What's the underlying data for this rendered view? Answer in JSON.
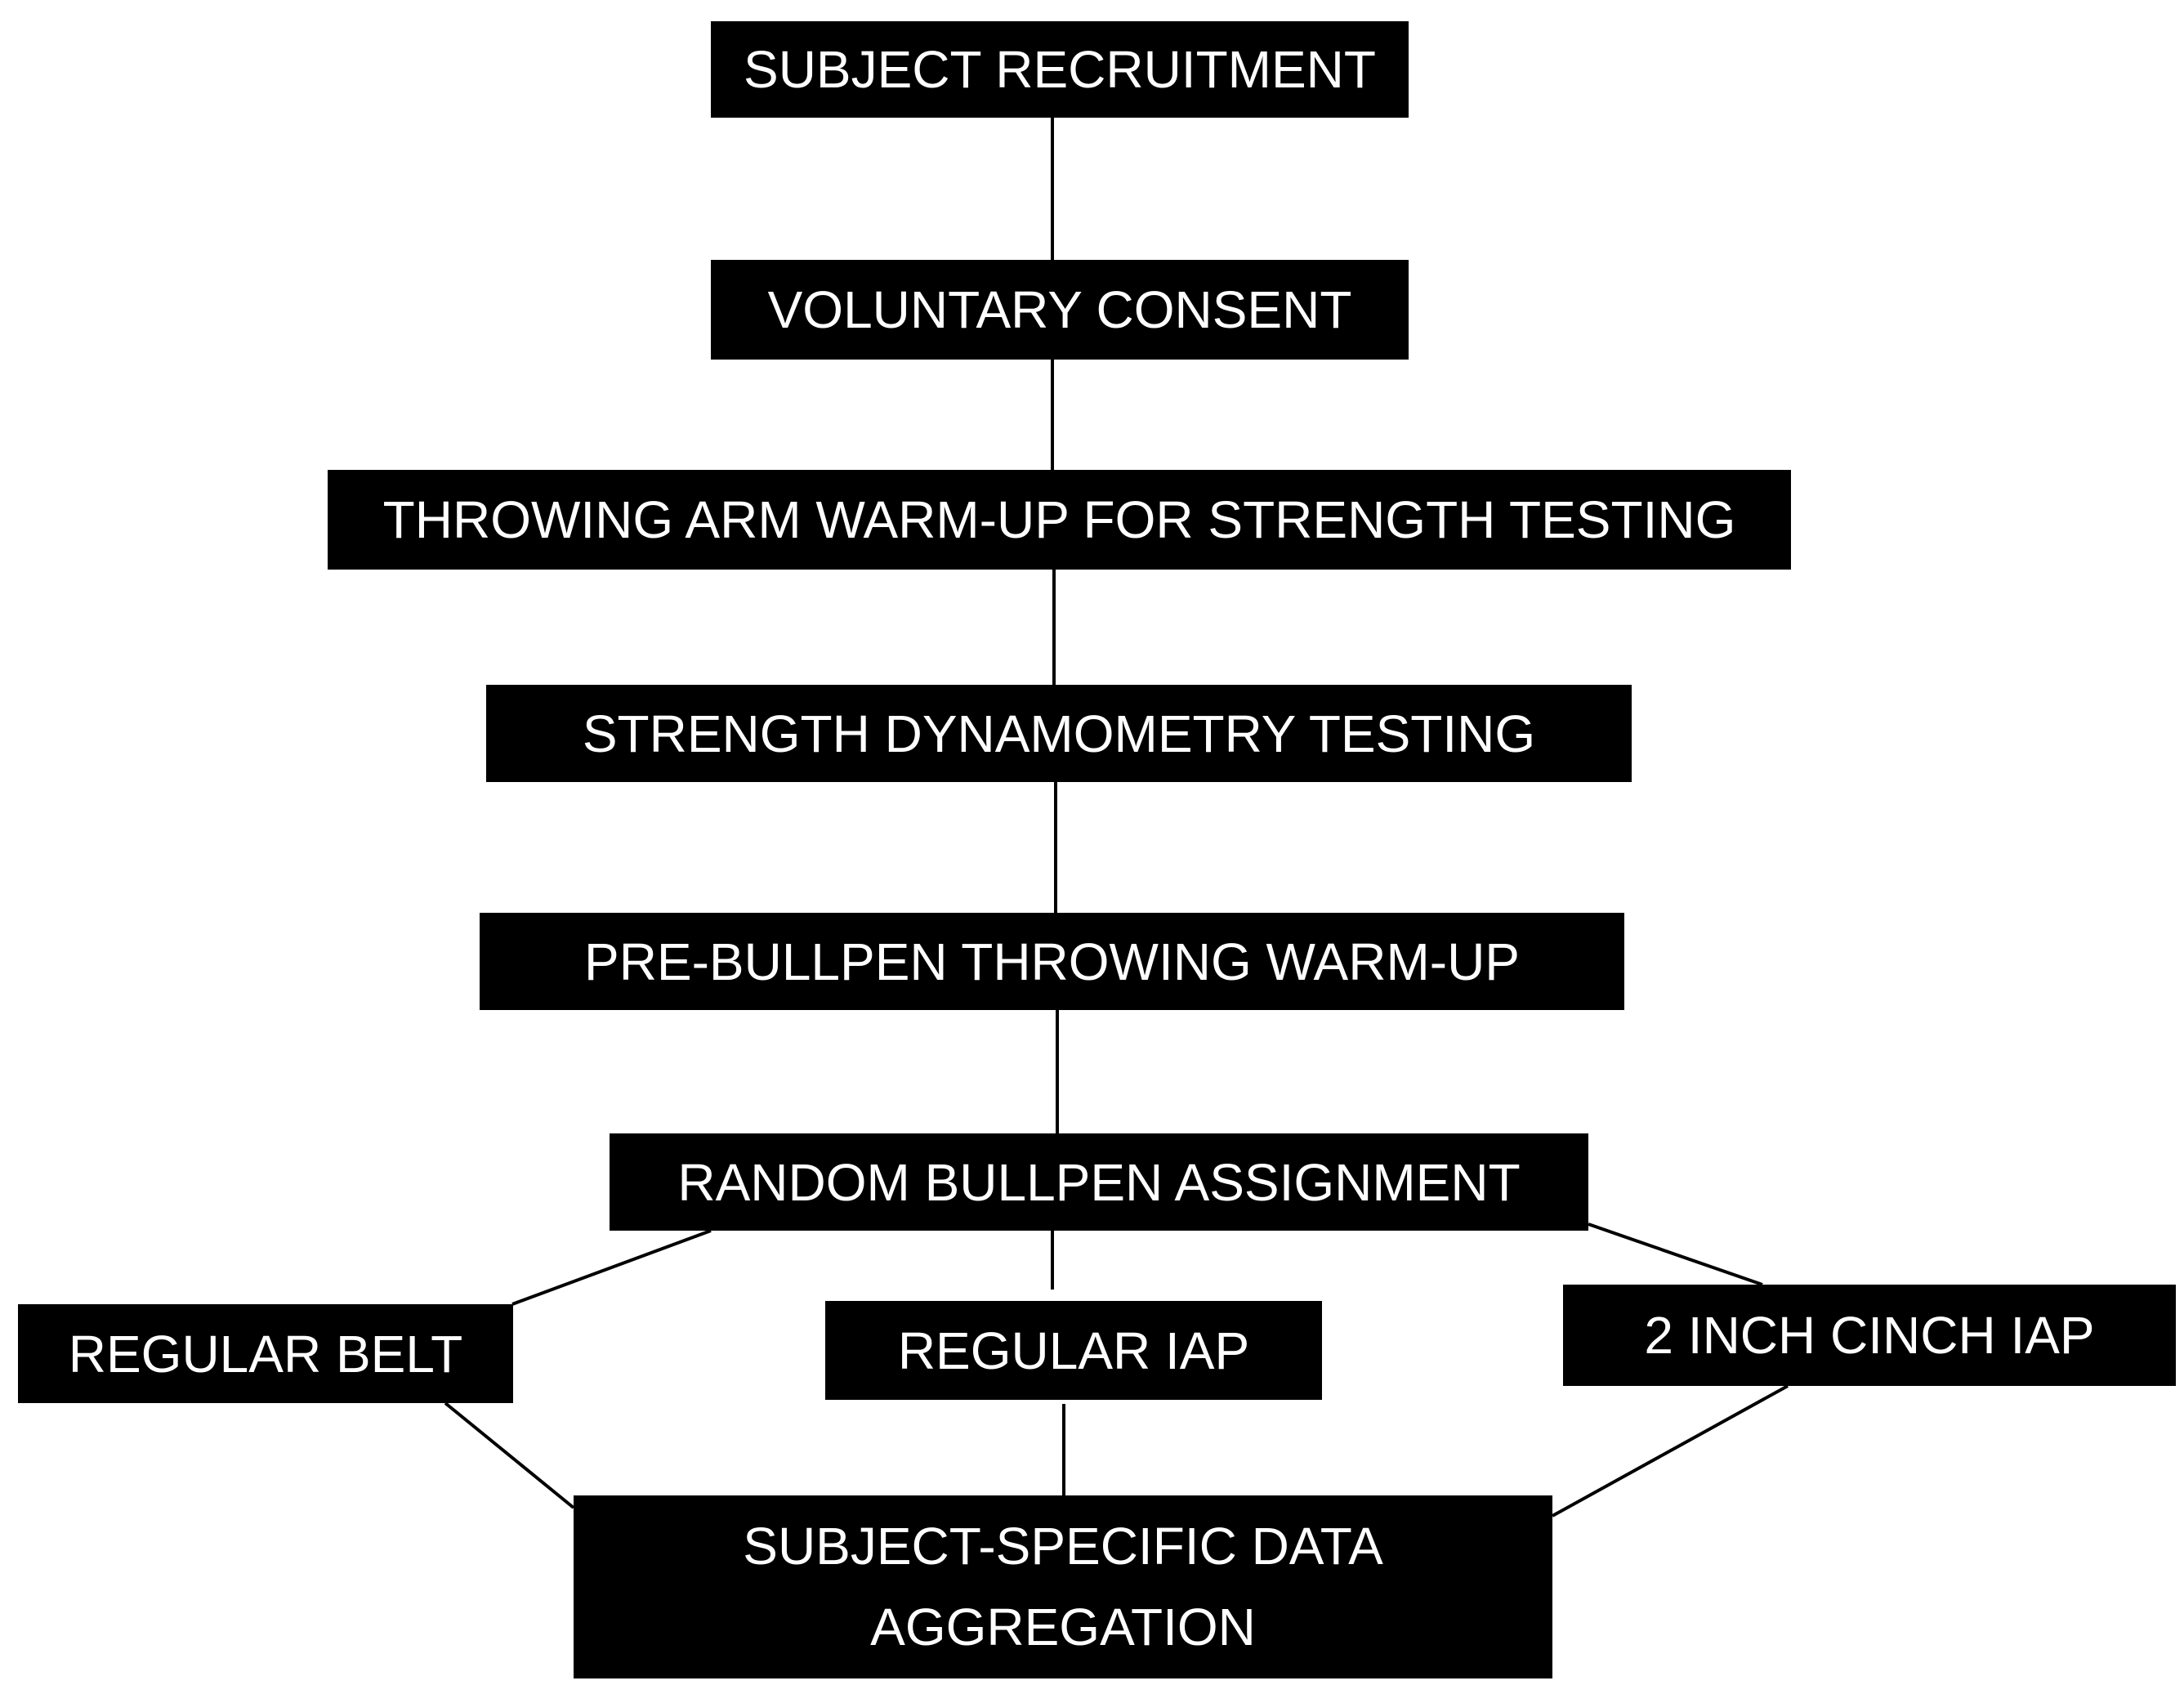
{
  "flowchart": {
    "steps": {
      "recruitment": "SUBJECT RECRUITMENT",
      "consent": "VOLUNTARY CONSENT",
      "warmup_strength": "THROWING ARM WARM-UP FOR STRENGTH TESTING",
      "dynamometry": "STRENGTH DYNAMOMETRY TESTING",
      "prebullpen": "PRE-BULLPEN THROWING WARM-UP",
      "assignment": "RANDOM BULLPEN ASSIGNMENT",
      "aggregation": "SUBJECT-SPECIFIC DATA AGGREGATION"
    },
    "branches": {
      "regular_belt": "REGULAR BELT",
      "regular_iap": "REGULAR IAP",
      "cinch_iap": "2 INCH CINCH IAP"
    },
    "colors": {
      "box_fill": "#000000",
      "box_text": "#ffffff",
      "connector": "#000000",
      "background": "#ffffff"
    }
  }
}
